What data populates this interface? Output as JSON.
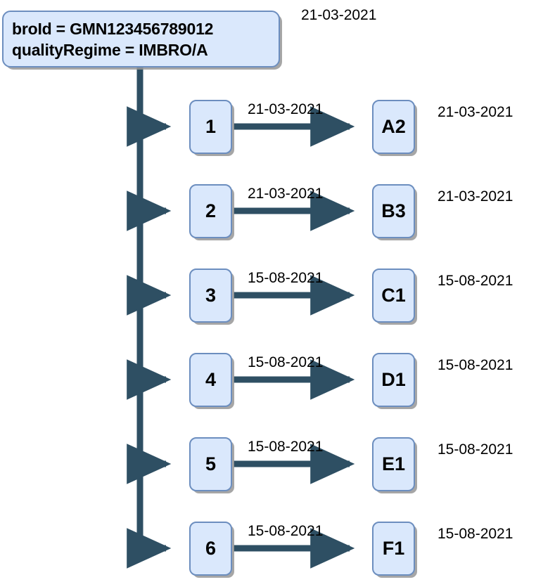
{
  "diagram": {
    "type": "branch-tree",
    "title_node": {
      "line1": "broId = GMN123456789012",
      "line2": "qualityRegime = IMBRO/A",
      "date": "21-03-2021"
    },
    "colors": {
      "node_fill": "#dae8fc",
      "node_border": "#6c8ebf",
      "connector": "#2e4f63",
      "text": "#000000",
      "shadow": "#a0a0a0",
      "background": "#ffffff"
    },
    "rows": [
      {
        "left_label": "1",
        "edge_date": "21-03-2021",
        "right_label": "A2",
        "right_date": "21-03-2021"
      },
      {
        "left_label": "2",
        "edge_date": "21-03-2021",
        "right_label": "B3",
        "right_date": "21-03-2021"
      },
      {
        "left_label": "3",
        "edge_date": "15-08-2021",
        "right_label": "C1",
        "right_date": "15-08-2021"
      },
      {
        "left_label": "4",
        "edge_date": "15-08-2021",
        "right_label": "D1",
        "right_date": "15-08-2021"
      },
      {
        "left_label": "5",
        "edge_date": "15-08-2021",
        "right_label": "E1",
        "right_date": "15-08-2021"
      },
      {
        "left_label": "6",
        "edge_date": "15-08-2021",
        "right_label": "F1",
        "right_date": "15-08-2021"
      }
    ]
  }
}
